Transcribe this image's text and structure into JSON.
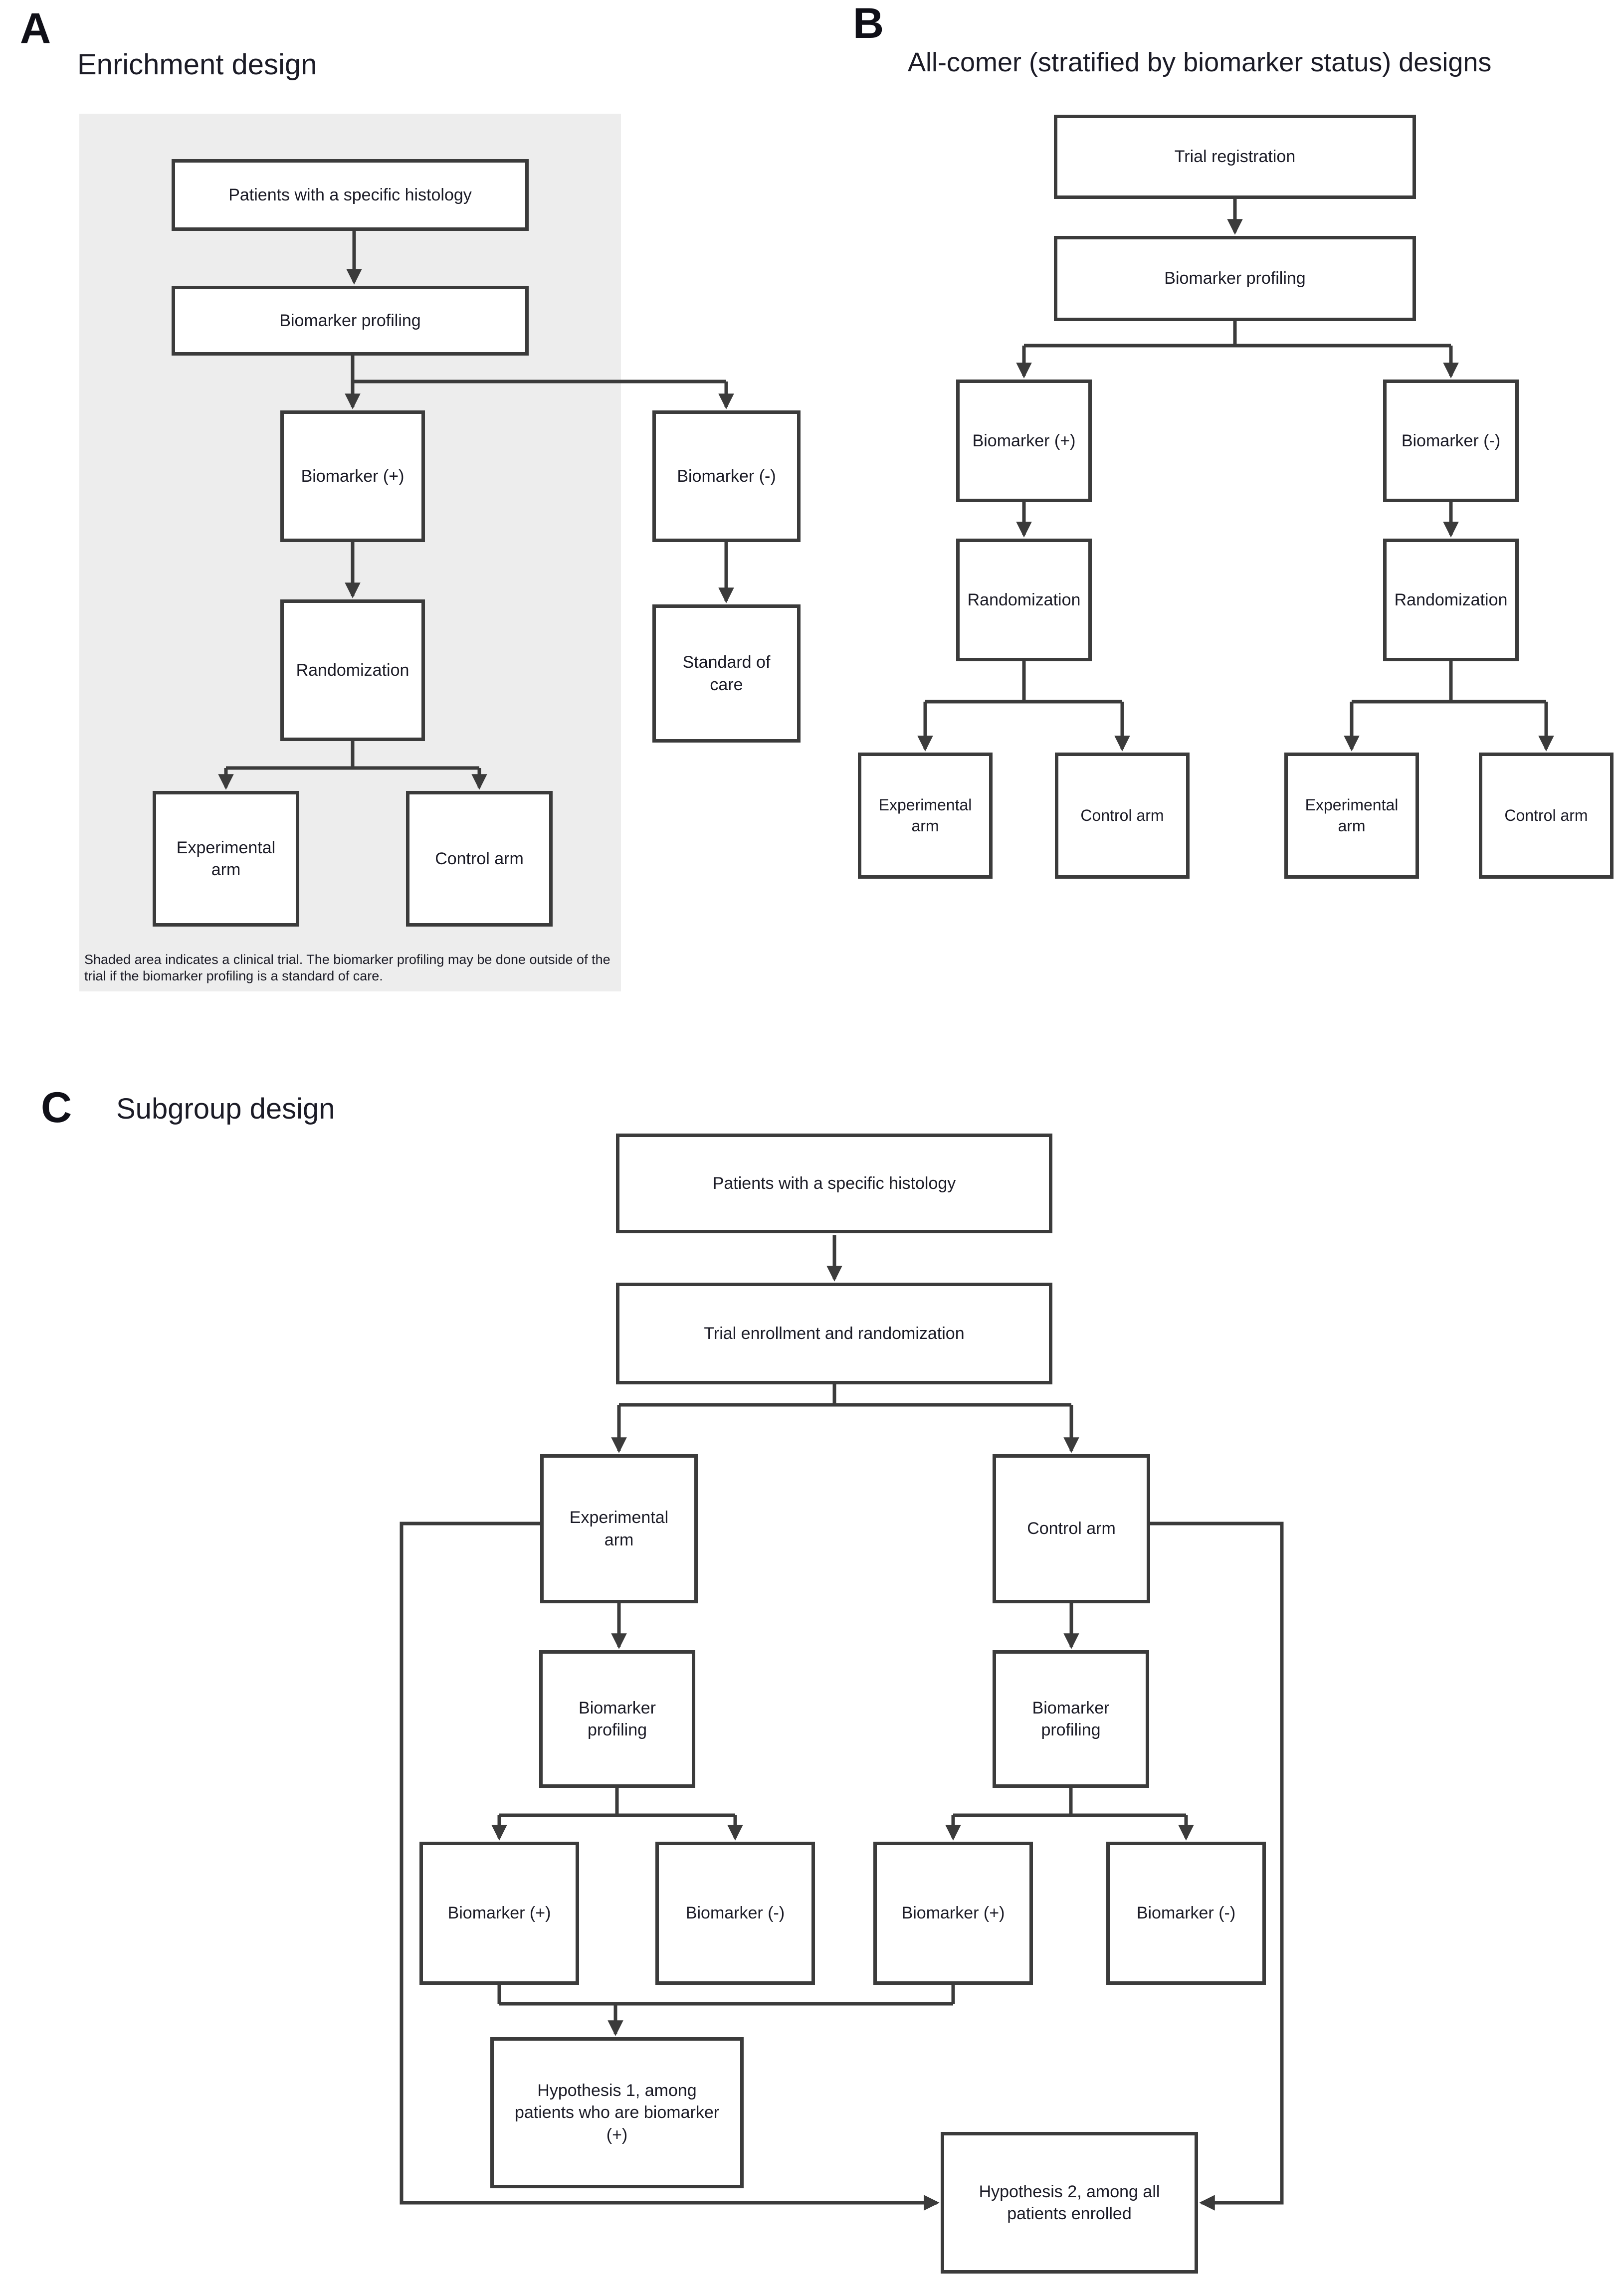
{
  "figure": {
    "type": "clinical-trial-design-flowcharts",
    "colors": {
      "background": "#ffffff",
      "shaded_area": "#ededed",
      "line": "#3b3b3b",
      "text": "#1b1b26"
    }
  },
  "panel_a": {
    "letter": "A",
    "title": "Enrichment design",
    "boxes": {
      "patients": "Patients with a specific histology",
      "profiling": "Biomarker profiling",
      "biomarker_pos": "Biomarker (+)",
      "biomarker_neg": "Biomarker (-)",
      "randomization": "Randomization",
      "standard_of_care": "Standard of care",
      "experimental_arm": "Experimental arm",
      "control_arm": "Control arm"
    },
    "footnote": "Shaded area indicates a clinical trial. The biomarker profiling may be done outside of the trial if the biomarker profiling is a standard of care."
  },
  "panel_b": {
    "letter": "B",
    "title": "All-comer (stratified by biomarker status) designs",
    "boxes": {
      "trial_registration": "Trial registration",
      "profiling": "Biomarker profiling",
      "biomarker_pos": "Biomarker (+)",
      "biomarker_neg": "Biomarker (-)",
      "randomization": "Randomization",
      "experimental_arm": "Experimental arm",
      "control_arm": "Control arm"
    }
  },
  "panel_c": {
    "letter": "C",
    "title": "Subgroup design",
    "boxes": {
      "patients": "Patients with a specific histology",
      "trial_enrollment": "Trial enrollment and randomization",
      "experimental_arm": "Experimental arm",
      "control_arm": "Control arm",
      "profiling": "Biomarker profiling",
      "biomarker_pos": "Biomarker (+)",
      "biomarker_neg": "Biomarker (-)",
      "hypothesis_1": "Hypothesis 1, among patients who are biomarker (+)",
      "hypothesis_2": "Hypothesis 2, among all patients enrolled"
    }
  }
}
